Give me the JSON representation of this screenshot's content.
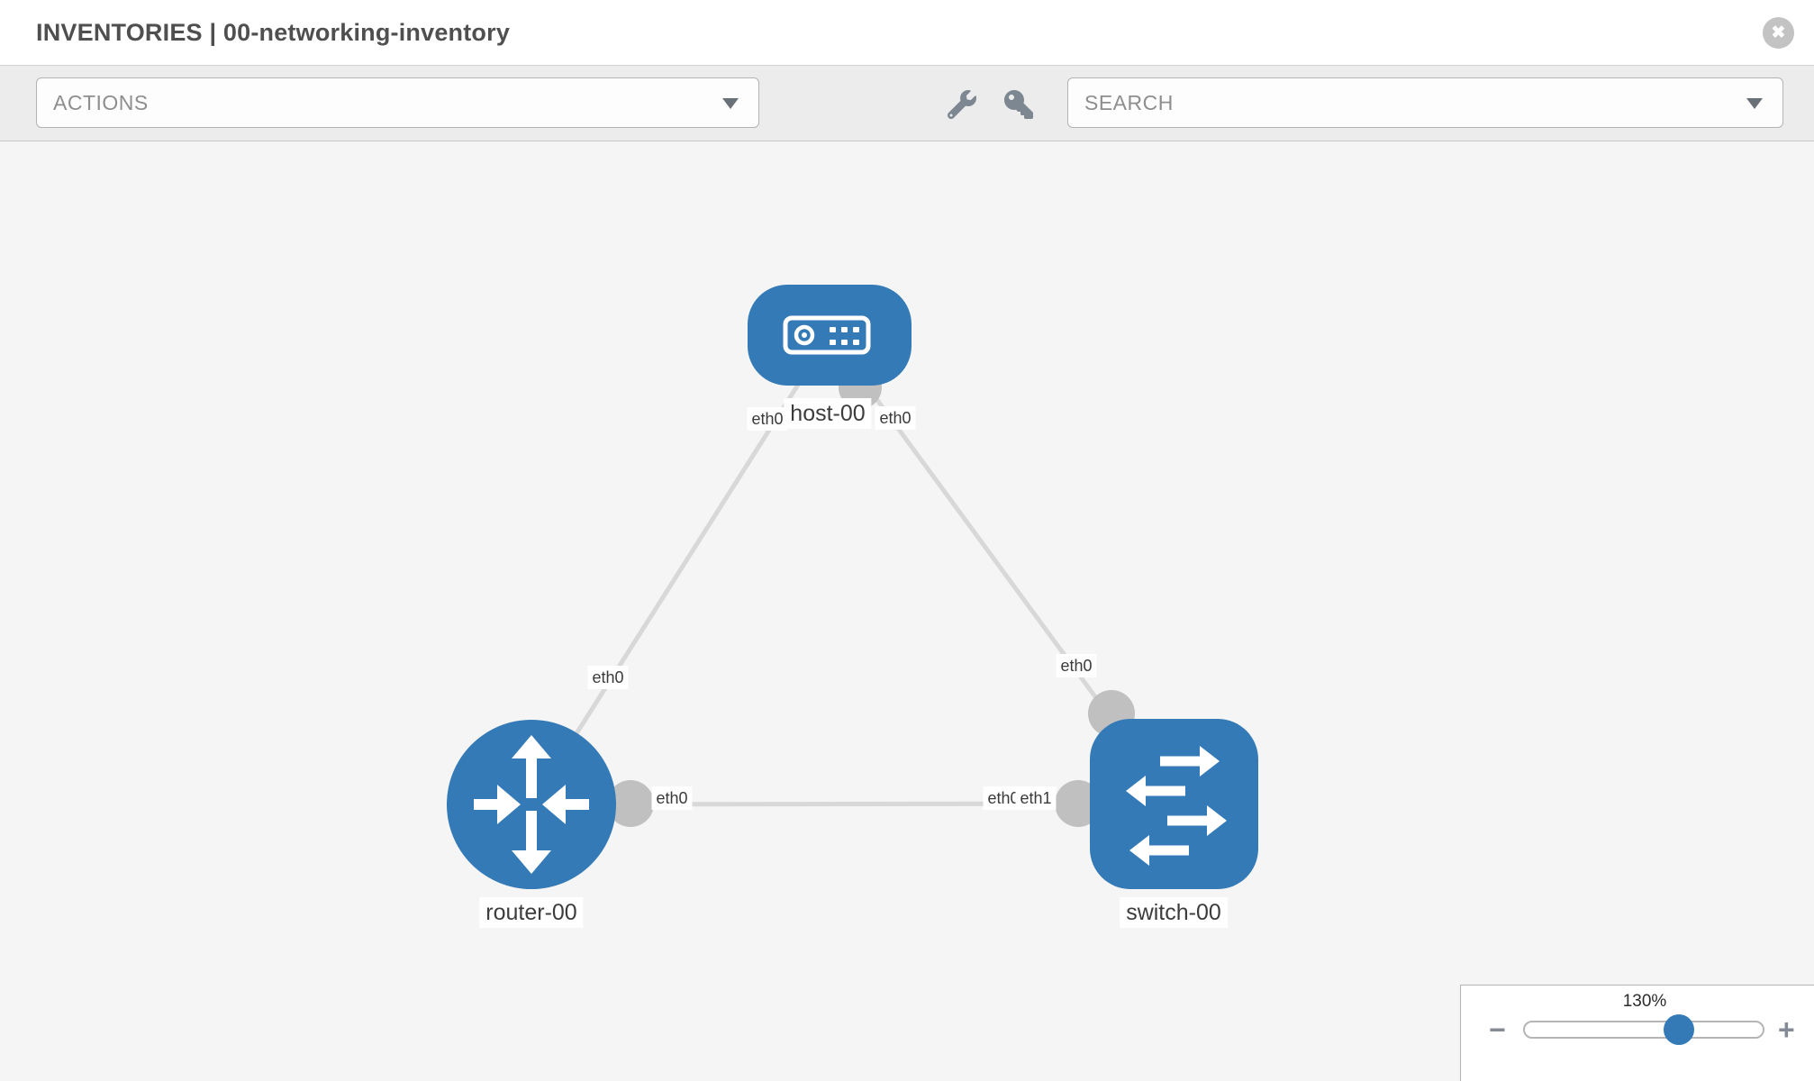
{
  "window": {
    "title": "INVENTORIES | 00-networking-inventory",
    "close_icon": "✖"
  },
  "toolbar": {
    "actions_label": "ACTIONS",
    "search_placeholder": "SEARCH",
    "icons": [
      "wrench-icon",
      "key-icon",
      "chevron-down-icon"
    ]
  },
  "topology": {
    "nodes": [
      {
        "id": "host-00",
        "type": "host",
        "label": "host-00"
      },
      {
        "id": "router-00",
        "type": "router",
        "label": "router-00"
      },
      {
        "id": "switch-00",
        "type": "switch",
        "label": "switch-00"
      }
    ],
    "links": [
      {
        "source": "host-00",
        "source_interface": "eth0",
        "target": "router-00",
        "target_interface": "eth0"
      },
      {
        "source": "host-00",
        "source_interface": "eth0",
        "target": "switch-00",
        "target_interface": "eth0"
      },
      {
        "source": "router-00",
        "source_interface": "eth0",
        "target": "switch-00",
        "target_interface": "eth1"
      }
    ]
  },
  "zoom_control": {
    "percent": 130,
    "value_label": "130%",
    "minus_label": "−",
    "plus_label": "+"
  },
  "colors": {
    "node_blue": "#337ab7",
    "link_gray": "#d8d8d8",
    "connector_gray": "#c0c0c0",
    "canvas_bg": "#f5f5f5"
  }
}
